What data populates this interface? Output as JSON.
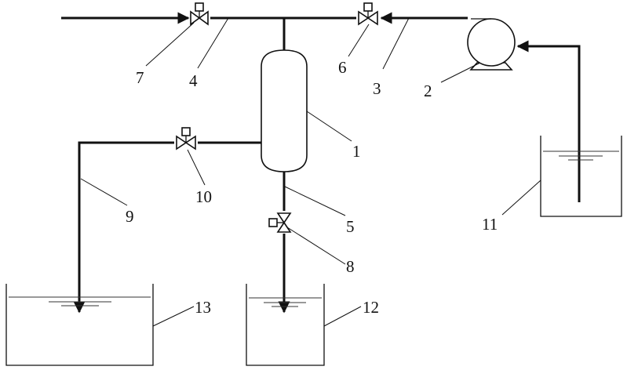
{
  "labels": {
    "vessel": "1",
    "pump": "2",
    "pump_to_valve6_pipe": "3",
    "top_main_pipe": "4",
    "vessel_bottom_pipe": "5",
    "valve_6": "6",
    "valve_7": "7",
    "valve_8": "8",
    "side_outlet_pipe": "9",
    "valve_10": "10",
    "source_tank": "11",
    "tank_12": "12",
    "tank_13": "13"
  },
  "colors": {
    "line": "#111111",
    "background": "#ffffff"
  }
}
